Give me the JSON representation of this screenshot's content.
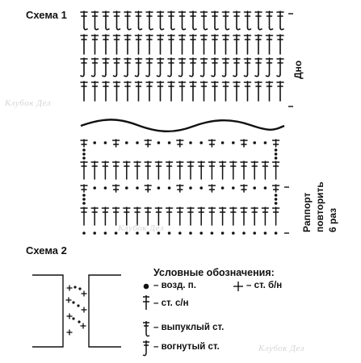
{
  "schema1": {
    "title": "Схема 1",
    "bottom_label": "Дно",
    "repeat_label_line1": "Раппорт",
    "repeat_label_line2": "повторить",
    "repeat_label_line3": "6 раз"
  },
  "schema2": {
    "title": "Схема 2"
  },
  "legend": {
    "heading": "Условные обозначения:",
    "chain": "– возд. п.",
    "sc": "– ст. б/н",
    "dc": "– ст. с/н",
    "fpdc": "– выпуклый ст.",
    "bpdc": "– вогнутый ст."
  },
  "watermark": "Клубок Дел",
  "colors": {
    "ink": "#111111",
    "watermark": "#d4d4d4"
  },
  "icons": [
    "chain-dot-icon",
    "single-crochet-icon",
    "double-crochet-icon",
    "front-post-dc-icon",
    "back-post-dc-icon"
  ]
}
